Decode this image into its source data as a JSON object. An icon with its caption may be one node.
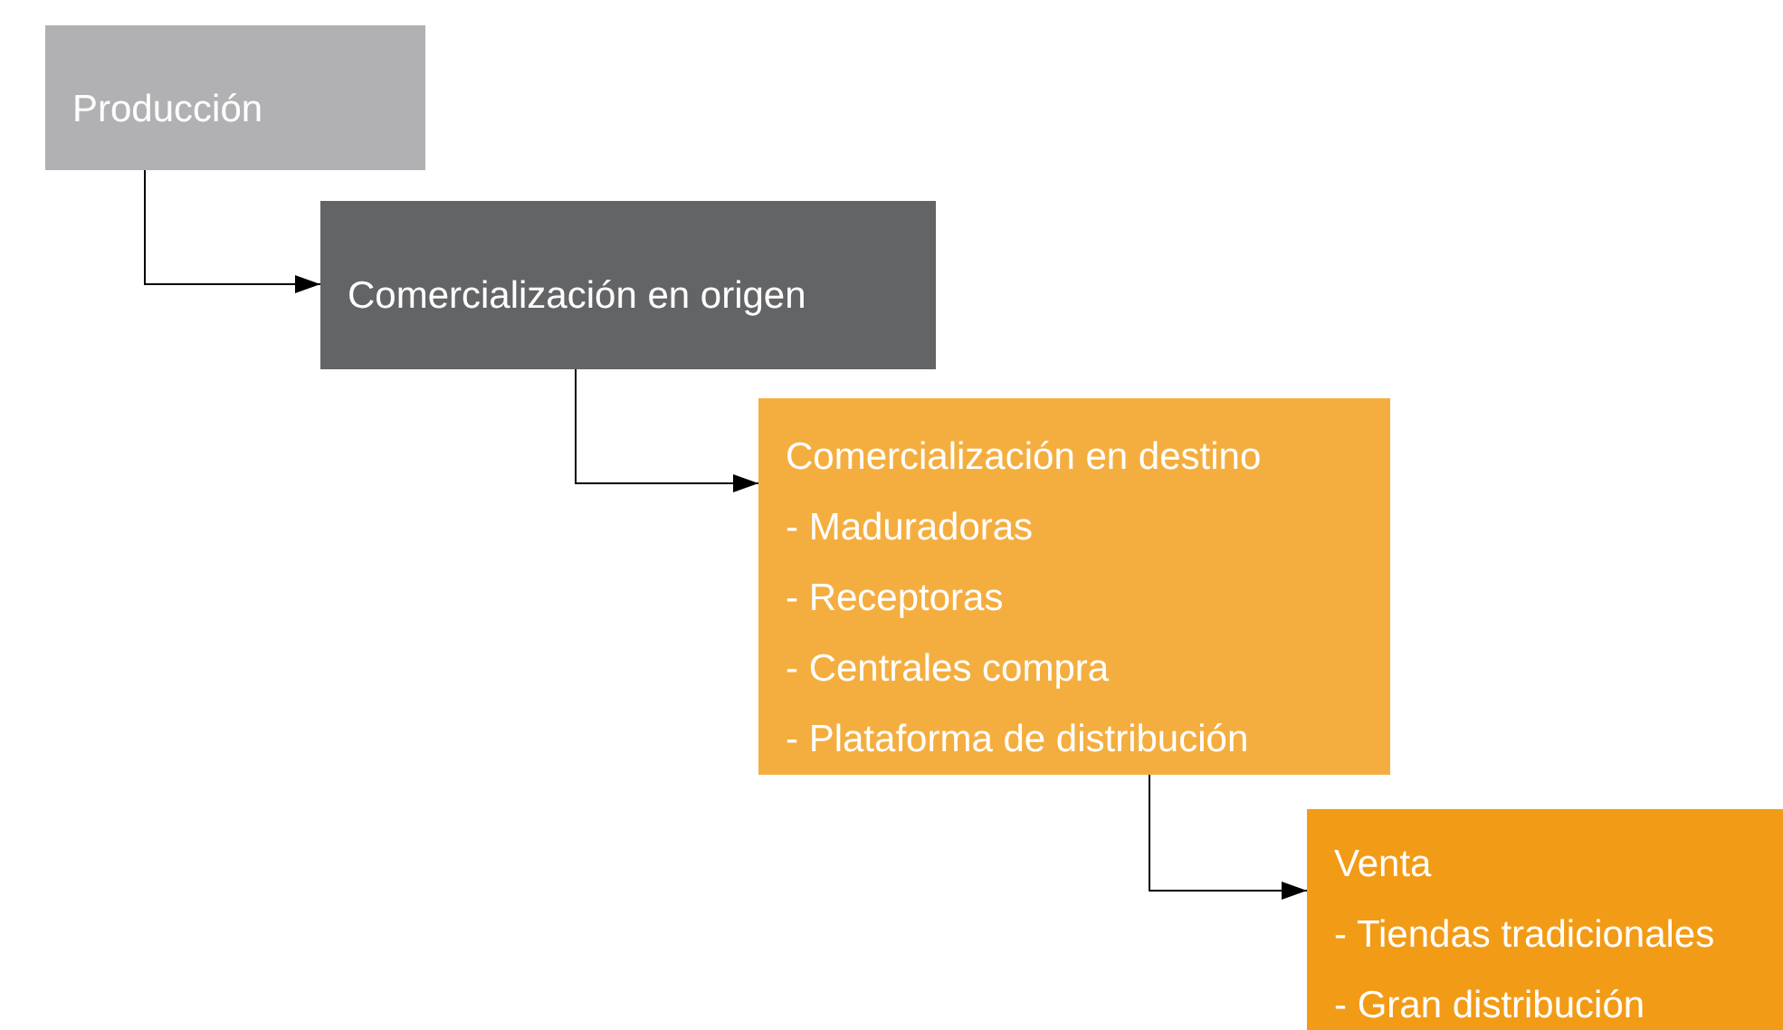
{
  "diagram": {
    "nodes": [
      {
        "text": [
          "Producción"
        ]
      },
      {
        "text": [
          "Comercialización en origen"
        ]
      },
      {
        "text": [
          "Comercialización en destino",
          "- Maduradoras",
          "- Receptoras",
          "- Centrales compra",
          "- Plataforma de distribución"
        ]
      },
      {
        "text": [
          "Venta",
          "- Tiendas tradicionales",
          "- Gran distribución"
        ]
      }
    ],
    "edges": [
      {
        "from": 0,
        "to": 1,
        "arrow": "to"
      },
      {
        "from": 1,
        "to": 2,
        "arrow": "to"
      },
      {
        "from": 2,
        "to": 3,
        "arrow": "to"
      }
    ]
  }
}
